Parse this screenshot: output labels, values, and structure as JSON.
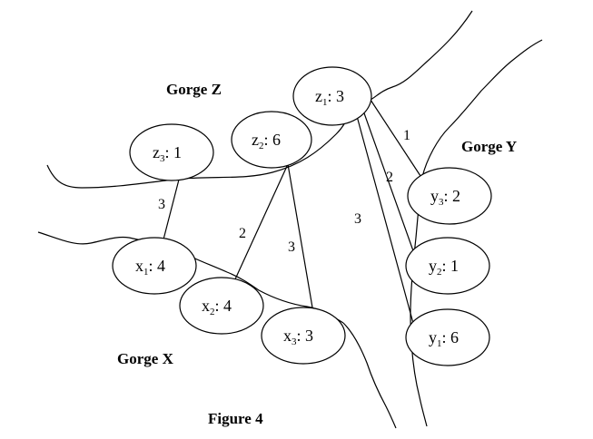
{
  "figure": {
    "caption": "Figure 4"
  },
  "regions": [
    {
      "id": "gorge-z",
      "label": "Gorge Z"
    },
    {
      "id": "gorge-y",
      "label": "Gorge Y"
    },
    {
      "id": "gorge-x",
      "label": "Gorge X"
    }
  ],
  "nodes": [
    {
      "id": "z1",
      "letter": "z",
      "index": "1",
      "value": "3"
    },
    {
      "id": "z2",
      "letter": "z",
      "index": "2",
      "value": "6"
    },
    {
      "id": "z3",
      "letter": "z",
      "index": "3",
      "value": "1"
    },
    {
      "id": "y3",
      "letter": "y",
      "index": "3",
      "value": "2"
    },
    {
      "id": "y2",
      "letter": "y",
      "index": "2",
      "value": "1"
    },
    {
      "id": "y1",
      "letter": "y",
      "index": "1",
      "value": "6"
    },
    {
      "id": "x1",
      "letter": "x",
      "index": "1",
      "value": "4"
    },
    {
      "id": "x2",
      "letter": "x",
      "index": "2",
      "value": "4"
    },
    {
      "id": "x3",
      "letter": "x",
      "index": "3",
      "value": "3"
    }
  ],
  "edges": [
    {
      "id": "z1-y3",
      "weight": "1"
    },
    {
      "id": "z1-y2",
      "weight": "2"
    },
    {
      "id": "z1-y1",
      "weight": "3"
    },
    {
      "id": "z3-x1",
      "weight": "3"
    },
    {
      "id": "z2-x2",
      "weight": "2"
    },
    {
      "id": "z2-x3",
      "weight": "3"
    }
  ]
}
